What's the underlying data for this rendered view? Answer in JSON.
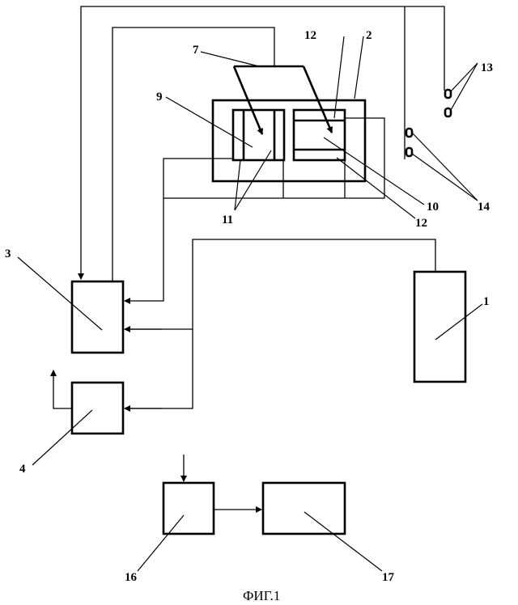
{
  "labels": {
    "l1": "1",
    "l2": "2",
    "l3": "3",
    "l4": "4",
    "l7": "7",
    "l9": "9",
    "l10": "10",
    "l11": "11",
    "l12a": "12",
    "l12b": "12",
    "l13": "13",
    "l14": "14",
    "l16": "16",
    "l17": "17"
  },
  "caption": "ФИГ.1"
}
